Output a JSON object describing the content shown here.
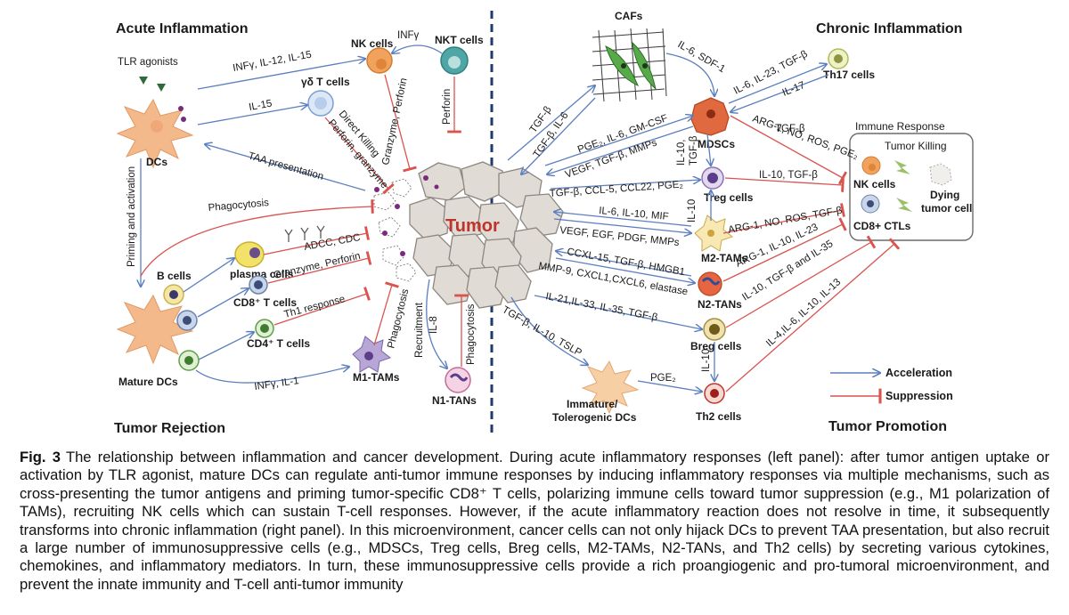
{
  "sections": {
    "acute": "Acute Inflammation",
    "chronic": "Chronic Inflammation",
    "rejection": "Tumor Rejection",
    "promotion": "Tumor Promotion"
  },
  "tumor_label": "Tumor",
  "cells": {
    "tlr": "TLR agonists",
    "dcs": "DCs",
    "nk": "NK cells",
    "nkt": "NKT cells",
    "gdt": "γδ T cells",
    "bcells": "B cells",
    "plasma": "plasma cells",
    "cd8": "CD8⁺ T cells",
    "cd4": "CD4⁺ T cells",
    "mature_dcs": "Mature DCs",
    "m1": "M1-TAMs",
    "n1": "N1-TANs",
    "cafs": "CAFs",
    "mdscs": "MDSCs",
    "th17": "Th17 cells",
    "treg": "Treg cells",
    "m2": "M2-TAMs",
    "n2": "N2-TANs",
    "breg": "Breg cells",
    "imm_dcs_1": "Immature/",
    "imm_dcs_2": "Tolerogenic DCs",
    "th2": "Th2 cells"
  },
  "labels": {
    "infg_il12_il15": "INFγ, IL-12, IL-15",
    "infg_nkt": "INFγ",
    "il15": "IL-15",
    "direct_killing": "Direct Killing",
    "perforin_granzyme": "Perforin, granzyme",
    "granzyme_perforin_nk": "Granzyme, Perforin",
    "perforin_nkt": "Perforin",
    "taa": "TAA presentation",
    "phagocytosis_left": "Phagocytosis",
    "priming": "Priming and activation",
    "adcc": "ADCC, CDC",
    "granzyme_perforin_cd8": "Granzyme, Perforin",
    "th1": "Th1 response",
    "infg_il1": "INFγ, IL-1",
    "phagocytosis_m1": "Phagocytosis",
    "recruitment": "Recruitment",
    "il8": "IL-8",
    "phagocytosis_n1": "Phagocytosis",
    "tgfb_caf": "TGF-β",
    "tgfb_il6": "TGF-β, IL-6",
    "il6_sdf1": "IL-6, SDF-1",
    "il6_il23_tgfb": "IL-6, IL-23, TGF-β",
    "il17": "IL-17",
    "pge2_il6_gmcsf": "PGE₂, IL-6, GM-CSF",
    "vegf_tgfb_mmps": "VEGF, TGF-β, MMPs",
    "il10_tgfb_mdsc_1": "IL-10,",
    "il10_tgfb_mdsc_2": "TGF-β",
    "tgfb_right": "TGF-β",
    "arg1_no_ros_pge2": "ARG-1, NO, ROS, PGE₂",
    "il10_tgfb_treg": "IL-10, TGF-β",
    "tgfb_ccl5": "TGF-β, CCL-5, CCL22, PGE₂",
    "il6_il10_mif": "IL-6, IL-10, MIF",
    "il10_m2": "IL-10",
    "vegf_egf": "VEGF, EGF, PDGF, MMPs",
    "arg1_no_ros_tgfb": "ARG-1, NO, ROS, TGF-β",
    "cxcl15": "CCXL-15, TGF-β, HMGB1",
    "arg1_il10_il23": "ARG-1, IL-10, IL-23",
    "mmp9": "MMP-9, CXCL1,CXCL6, elastase",
    "il10_tgfb_il35": "IL-10, TGF-β and IL-35",
    "il21": "IL-21,IL-33, IL-35, TGF-β",
    "il4": "IL-4,IL-6, IL-10, IL-13",
    "tgfb_il10_tslp": "TGF-β, IL-10, TSLP",
    "pge2_dc": "PGE₂",
    "il10_breg": "IL-10"
  },
  "immune_box": {
    "title": "Immune Response",
    "tumor_killing": "Tumor Killing",
    "nk": "NK cells",
    "cd8": "CD8+ CTLs",
    "dying_1": "Dying",
    "dying_2": "tumor cell"
  },
  "legend": {
    "acceleration": "Acceleration",
    "suppression": "Suppression"
  },
  "colors": {
    "acceleration": "#5b7fbf",
    "suppression": "#d9534f",
    "tumor_text": "#c0332b",
    "divider": "#1f3a6e"
  },
  "caption": {
    "fig_no": "Fig. 3",
    "text": "The relationship between inflammation and cancer development. During acute inflammatory responses (left panel): after tumor antigen uptake or activation by TLR agonist, mature DCs can regulate anti-tumor immune responses by inducing inflammatory responses via multiple mechanisms, such as cross-presenting the tumor antigens and priming tumor-specific CD8⁺ T cells, polarizing immune cells toward tumor suppression (e.g., M1 polarization of TAMs), recruiting NK cells which can sustain T-cell responses. However, if the acute inflammatory reaction does not resolve in time, it subsequently transforms into chronic inflammation (right panel). In this microenvironment, cancer cells can not only hijack DCs to prevent TAA presentation, but also recruit a large number of immunosuppressive cells (e.g., MDSCs, Treg cells, Breg cells, M2-TAMs, N2-TANs, and Th2 cells) by secreting various cytokines, chemokines, and inflammatory mediators. In turn, these immunosuppressive cells provide a rich proangiogenic and pro-tumoral microenvironment, and prevent the innate immunity and T-cell anti-tumor immunity"
  }
}
